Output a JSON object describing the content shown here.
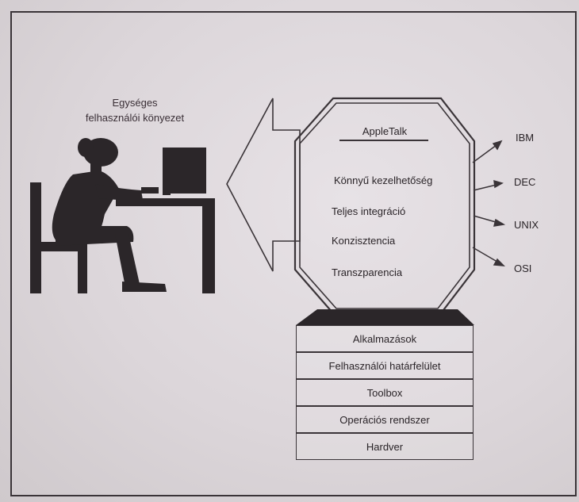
{
  "caption": {
    "line1": "Egységes",
    "line2": "felhasználói könyezet"
  },
  "octagon": {
    "title": "AppleTalk",
    "features": [
      "Könnyű kezelhetőség",
      "Teljes integráció",
      "Konzisztencia",
      "Transzparencia"
    ]
  },
  "systems": [
    "IBM",
    "DEC",
    "UNIX",
    "OSI"
  ],
  "stack": [
    "Alkalmazások",
    "Felhasználói határfelület",
    "Toolbox",
    "Operációs rendszer",
    "Hardver"
  ],
  "colors": {
    "ink": "#2a2428",
    "silhouette": "#2b2629",
    "background": "#dcd6da"
  }
}
